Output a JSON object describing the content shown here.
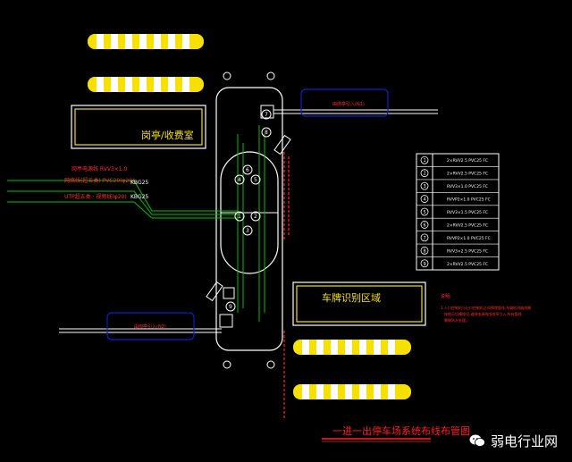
{
  "title": "一进一出停车场系统布线布管图",
  "booth_label": "岗亭/收费室",
  "plate_zone_label": "车牌识别区域",
  "top_label_box": "由岗亭引入(N1)",
  "bottom_label_box": "由岗亭引入(N2)",
  "note_label": "说明:",
  "note_lines": [
    "1.入口控制机与出口控制机之间预埋管线,车辆检测器线圈",
    "按图示切槽埋设,道闸电源线由岗亭引入,所有管线",
    "需做防水处理。"
  ],
  "cable_specs": [
    {
      "name": "岗亭电源线 RVV3×1.0"
    },
    {
      "name": "网络线(超五类)  PVC20(φ20)",
      "conduit": "KBG25"
    },
    {
      "name": "UTP超五类 · 视频线(φ20)",
      "conduit": "KBG25"
    }
  ],
  "legend": [
    {
      "num": "1",
      "text": "2×RVV2.5 PVC25 FC"
    },
    {
      "num": "2",
      "text": "2×RVV2.5 PVC25 FC"
    },
    {
      "num": "3",
      "text": "RVV3×1.0 PVC25 FC"
    },
    {
      "num": "4",
      "text": "RVVP2×1.0 PVC25 FC"
    },
    {
      "num": "5",
      "text": "RVV3×1.5 PVC25 FC"
    },
    {
      "num": "6",
      "text": "2×RVV2.5 PVC25 FC"
    },
    {
      "num": "7",
      "text": "RVVP2×1.0 PVC25 FC"
    },
    {
      "num": "8",
      "text": "RVV3×2.5 PVC25 FC"
    },
    {
      "num": "9",
      "text": "2×RVV2.5 PVC25 FC"
    }
  ],
  "island_numbers": [
    "7",
    "8",
    "6",
    "4",
    "1",
    "5",
    "2",
    "3",
    "9"
  ],
  "watermark": "弱电行业网",
  "colors": {
    "background": "#000000",
    "yellow": "#f5e000",
    "white_line": "#ffffff",
    "green": "#00c000",
    "blue": "#1020c0",
    "red": "#ff2020",
    "cyan": "#00e0e0"
  }
}
